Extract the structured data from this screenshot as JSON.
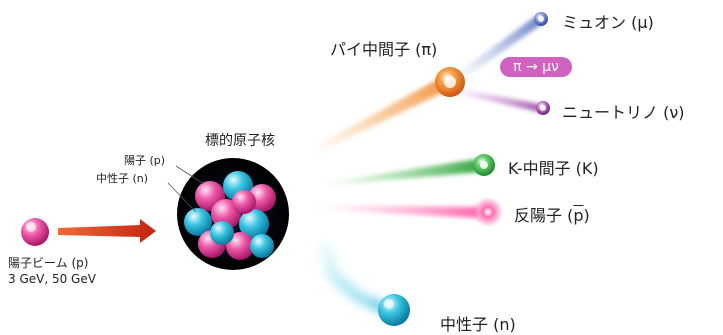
{
  "labels": {
    "target_nucleus": "標的原子核",
    "target_proton": "陽子 (p)",
    "target_neutron": "中性子 (n)",
    "beam_name": "陽子ビーム (p)",
    "beam_energy": "3 GeV, 50 GeV",
    "pion": "パイ中間子 (π)",
    "muon": "ミュオン (μ)",
    "neutrino": "ニュートリノ (ν)",
    "decay": "π → μν",
    "kaon": "K-中間子 (K)",
    "antiproton_prefix": "反陽子 (",
    "antiproton_symbol": "p",
    "antiproton_suffix": ")",
    "neutron": "中性子 (n)"
  },
  "colors": {
    "proton": "#e8409a",
    "neutron": "#1aaed0",
    "beam_arrow": "#d9381e",
    "pion": "#f07a1e",
    "muon": "#5570b8",
    "neutrino": "#9b3fa0",
    "kaon": "#3aa843",
    "antiproton": "#ee4fa0",
    "decay_badge": "#d05ac0"
  }
}
